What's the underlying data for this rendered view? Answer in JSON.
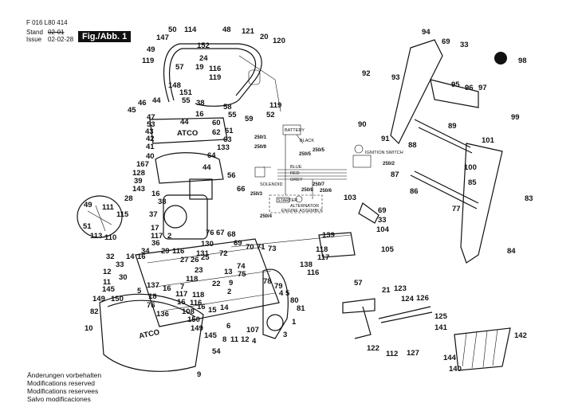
{
  "header": {
    "doc_number": "F 016 L80 414",
    "stand_label": "Stand",
    "issue_label": "Issue",
    "stand_value": "02-01",
    "issue_value": "02-02-28",
    "figure": "Fig./Abb. 1"
  },
  "notes": [
    "Änderungen vorbehalten",
    "Modifications reserved",
    "Modifications reservees",
    "Salvo modificaciones"
  ],
  "brand": "ATCO",
  "wiring": {
    "labels": [
      "BATTERY",
      "BLACK",
      "BLUE",
      "RED",
      "GREY",
      "SOLENOID",
      "STARTER",
      "ALTERNATOR",
      "ENGINE ASSEMBLY",
      "IGNITION SWITCH"
    ],
    "refs": [
      "250/1",
      "250/9",
      "250/5",
      "250/2",
      "250/3",
      "250/7",
      "250/6",
      "250/4",
      "250/5",
      "250/8"
    ]
  },
  "callouts": [
    "50",
    "114",
    "48",
    "121",
    "20",
    "120",
    "147",
    "152",
    "49",
    "24",
    "119",
    "57",
    "19",
    "116",
    "119",
    "148",
    "151",
    "55",
    "38",
    "58",
    "55",
    "59",
    "119",
    "52",
    "46",
    "44",
    "45",
    "47",
    "16",
    "60",
    "53",
    "44",
    "62",
    "61",
    "43",
    "42",
    "63",
    "41",
    "133",
    "64",
    "40",
    "167",
    "44",
    "128",
    "56",
    "39",
    "143",
    "66",
    "16",
    "28",
    "38",
    "37",
    "49",
    "111",
    "115",
    "51",
    "113",
    "110",
    "17",
    "117",
    "2",
    "36",
    "29",
    "116",
    "34",
    "130",
    "131",
    "72",
    "69",
    "68",
    "67",
    "76",
    "70",
    "71",
    "73",
    "74",
    "75",
    "32",
    "33",
    "16",
    "14",
    "12",
    "11",
    "30",
    "145",
    "149",
    "150",
    "137",
    "16",
    "27",
    "26",
    "25",
    "23",
    "118",
    "116",
    "22",
    "117",
    "7",
    "5",
    "76",
    "18",
    "16",
    "118",
    "108",
    "16",
    "15",
    "14",
    "13",
    "9",
    "2",
    "78",
    "79",
    "4",
    "5",
    "80",
    "81",
    "1",
    "3",
    "150",
    "149",
    "145",
    "6",
    "8",
    "11",
    "12",
    "107",
    "4",
    "82",
    "10",
    "136",
    "54",
    "9",
    "94",
    "69",
    "33",
    "98",
    "92",
    "93",
    "95",
    "96",
    "97",
    "99",
    "90",
    "91",
    "89",
    "88",
    "101",
    "100",
    "87",
    "86",
    "85",
    "83",
    "77",
    "84",
    "103",
    "69",
    "33",
    "104",
    "105",
    "139",
    "118",
    "117",
    "138",
    "116",
    "57",
    "21",
    "123",
    "124",
    "126",
    "122",
    "112",
    "127",
    "125",
    "141",
    "142",
    "144",
    "140"
  ]
}
